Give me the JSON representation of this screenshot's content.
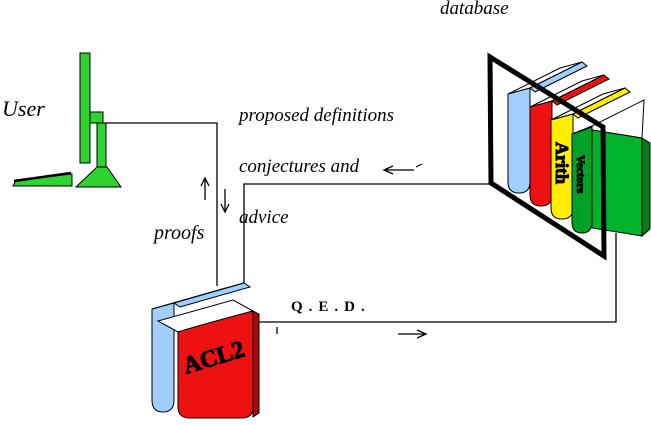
{
  "labels": {
    "user": "User",
    "database": "database",
    "proposed_lines": [
      "proposed definitions",
      "conjectures and",
      "advice"
    ],
    "proofs": "proofs",
    "qed": "Q.E.D."
  },
  "books": {
    "database_shelf": [
      {
        "name": "",
        "color": "#9fceff"
      },
      {
        "name": "",
        "color": "#ee1111"
      },
      {
        "name": "Arith",
        "color": "#ffee00"
      },
      {
        "name": "Vectors",
        "color": "#00a127"
      }
    ],
    "prover": {
      "label": "ACL2"
    }
  },
  "colors": {
    "monitor_green": "#2fd32f",
    "book_blue": "#9fceff",
    "book_red": "#ee1111",
    "book_red_dark": "#a80a0a",
    "book_yellow": "#ffee00",
    "book_green_front": "#00b32c",
    "book_green_spine": "#00a127",
    "book_green_dark": "#007d1e",
    "line_black": "#000000",
    "background": "#ffffff"
  }
}
